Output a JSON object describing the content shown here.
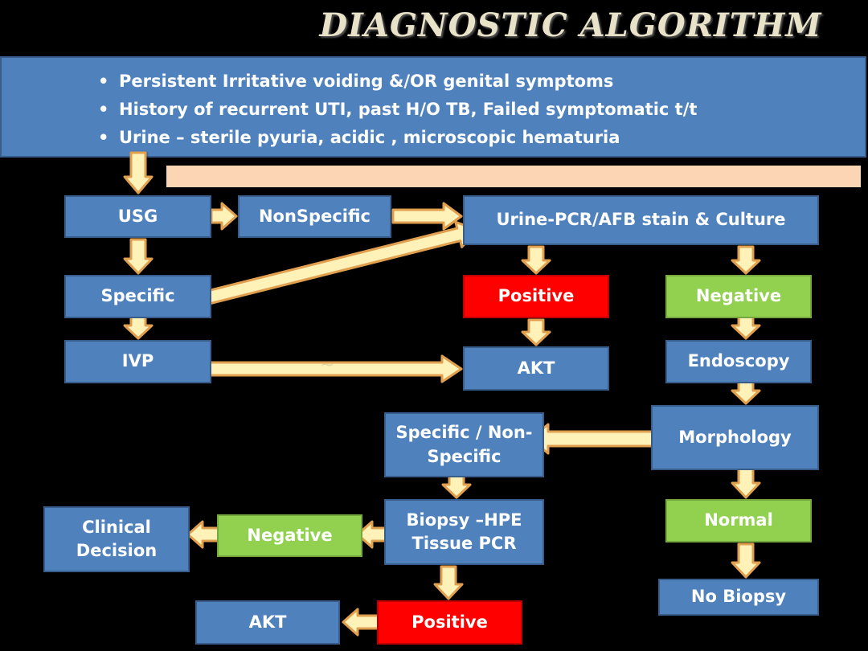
{
  "title": "DIAGNOSTIC   ALGORITHM",
  "criteria": [
    "Persistent  Irritative voiding &/OR genital symptoms",
    "History of recurrent UTI, past H/O TB, Failed symptomatic  t/t",
    "Urine – sterile pyuria, acidic , microscopic hematuria"
  ],
  "nodes": {
    "usg": "USG",
    "nonspecific": "NonSpecific",
    "urine_pcr": "Urine-PCR/AFB stain & Culture",
    "specific": "Specific",
    "positive_1": "Positive",
    "negative_1": "Negative",
    "ivp": "IVP",
    "akt_1": "AKT",
    "endoscopy": "Endoscopy",
    "specific_nonspecific": "Specific / Non-Specific",
    "morphology": "Morphology",
    "clinical_decision": "Clinical Decision",
    "negative_2": "Negative",
    "biopsy": "Biopsy –HPE Tissue PCR",
    "normal": "Normal",
    "no_biopsy": "No Biopsy",
    "akt_2": "AKT",
    "positive_2": "Positive"
  },
  "colors": {
    "background": "#000000",
    "box_blue": "#4f81bd",
    "box_red": "#ff0000",
    "box_green": "#92d050",
    "arrow_fill": "#fff2b8",
    "arrow_stroke": "#e0a050",
    "peach_bar": "#fcd5b4"
  }
}
